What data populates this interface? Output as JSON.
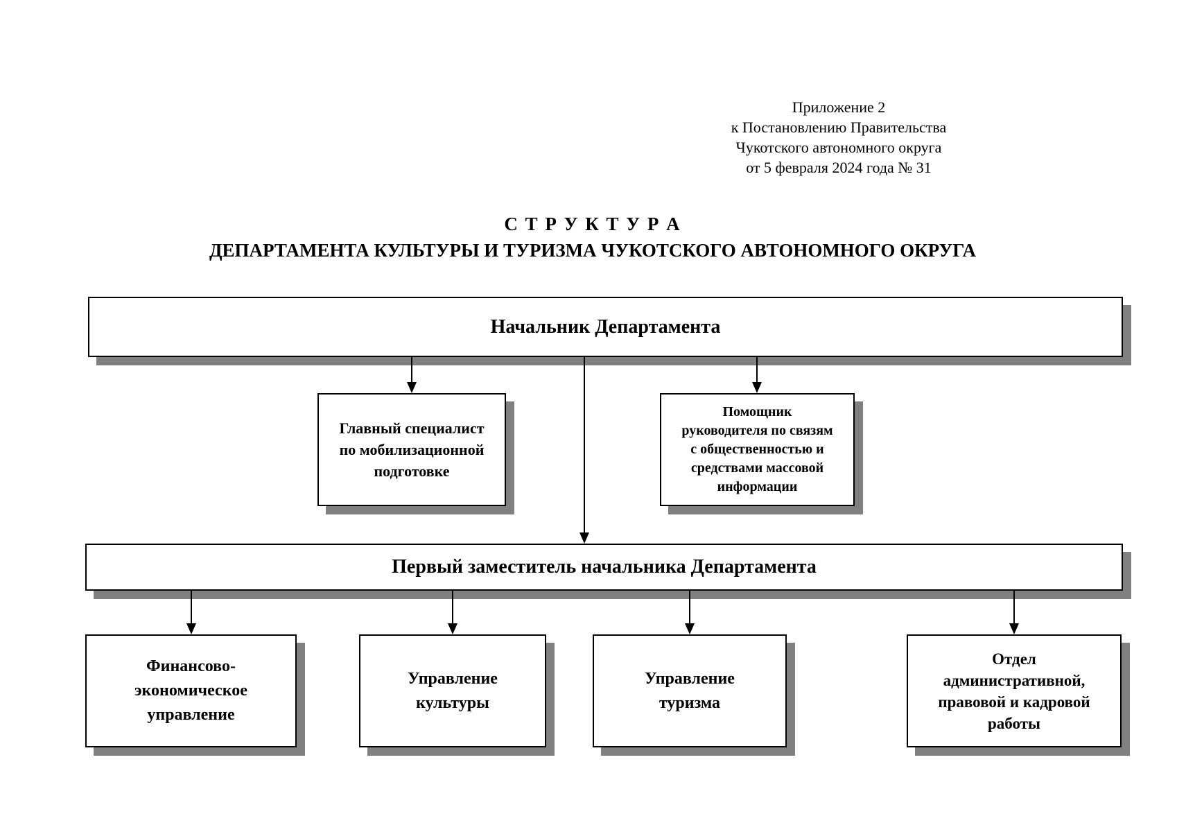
{
  "annotation": {
    "lines": [
      "Приложение 2",
      "к Постановлению Правительства",
      "Чукотского автономного округа",
      "от 5 февраля 2024 года № 31"
    ]
  },
  "title": {
    "line1": "С Т Р У К Т У Р А",
    "line2": "ДЕПАРТАМЕНТА КУЛЬТУРЫ И ТУРИЗМА ЧУКОТСКОГО АВТОНОМНОГО ОКРУГА"
  },
  "org": {
    "head": "Начальник Департамента",
    "deputy": "Первый заместитель начальника Департамента",
    "staff": [
      {
        "id": "mobilization-specialist",
        "label": "Главный специалист\nпо мобилизационной\nподготовке"
      },
      {
        "id": "pr-media-assistant",
        "label": "Помощник\nруководителя по связям\nс общественностью и\nсредствами массовой\nинформации"
      }
    ],
    "units": [
      {
        "id": "finance-economic",
        "label": "Финансово-\nэкономическое\nуправление"
      },
      {
        "id": "culture",
        "label": "Управление\nкультуры"
      },
      {
        "id": "tourism",
        "label": "Управление\nтуризма"
      },
      {
        "id": "admin-legal-hr",
        "label": "Отдел\nадминистративной,\nправовой и кадровой\nработы"
      }
    ]
  },
  "colors": {
    "background": "#ffffff",
    "box_fill": "#ffffff",
    "box_border": "#000000",
    "box_shadow": "#808080",
    "text": "#000000"
  }
}
